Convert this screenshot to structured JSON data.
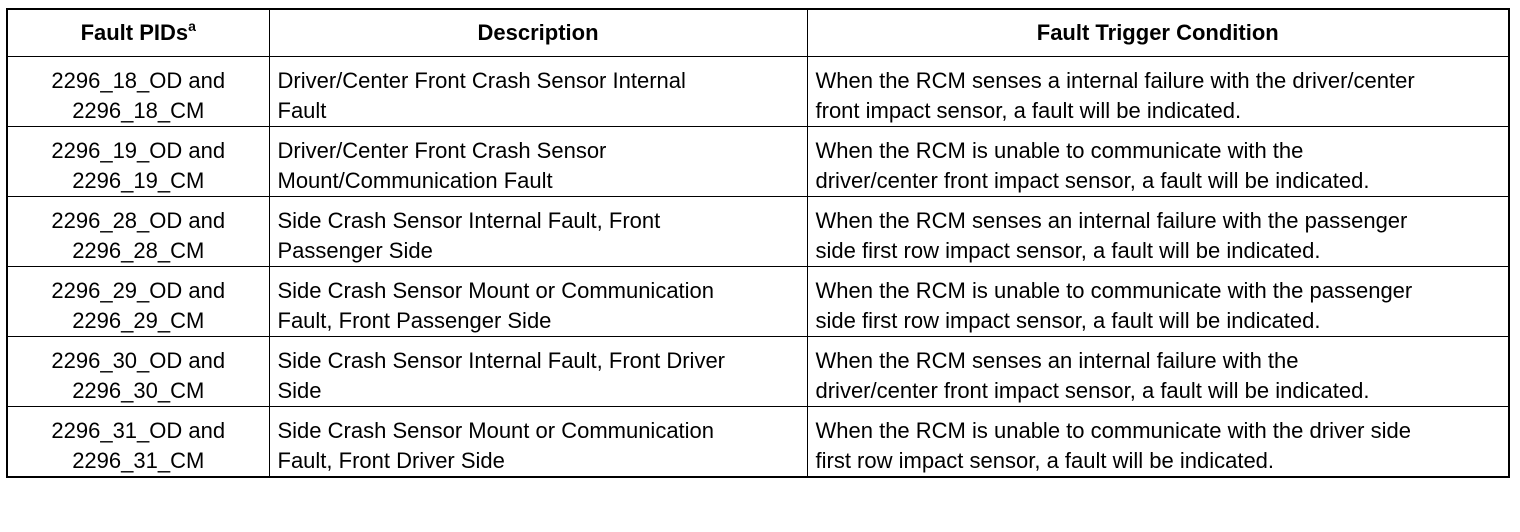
{
  "table": {
    "headers": {
      "pid": "Fault PIDs",
      "pid_footnote": "a",
      "description": "Description",
      "condition": "Fault Trigger Condition"
    },
    "rows": [
      {
        "pid_line1": "2296_18_OD and",
        "pid_line2": "2296_18_CM",
        "desc_line1": "Driver/Center Front Crash Sensor Internal",
        "desc_line2": "Fault",
        "cond_line1": "When the RCM senses a internal failure with the driver/center",
        "cond_line2": "front impact sensor, a fault will be indicated."
      },
      {
        "pid_line1": "2296_19_OD and",
        "pid_line2": "2296_19_CM",
        "desc_line1": "Driver/Center Front Crash Sensor",
        "desc_line2": "Mount/Communication Fault",
        "cond_line1": "When the RCM is unable to communicate with the",
        "cond_line2": "driver/center front impact sensor, a fault will be indicated."
      },
      {
        "pid_line1": "2296_28_OD and",
        "pid_line2": "2296_28_CM",
        "desc_line1": "Side Crash Sensor Internal Fault, Front",
        "desc_line2": "Passenger Side",
        "cond_line1": "When the RCM senses an internal failure with the passenger",
        "cond_line2": "side first row impact sensor, a fault will be indicated."
      },
      {
        "pid_line1": "2296_29_OD and",
        "pid_line2": "2296_29_CM",
        "desc_line1": "Side Crash Sensor Mount or Communication",
        "desc_line2": "Fault, Front Passenger Side",
        "cond_line1": "When the RCM is unable to communicate with the passenger",
        "cond_line2": "side first row impact sensor, a fault will be indicated."
      },
      {
        "pid_line1": "2296_30_OD and",
        "pid_line2": "2296_30_CM",
        "desc_line1": "Side Crash Sensor Internal Fault, Front Driver",
        "desc_line2": "Side",
        "cond_line1": "When the RCM senses an internal failure with the",
        "cond_line2": "driver/center front impact sensor, a fault will be indicated."
      },
      {
        "pid_line1": "2296_31_OD and",
        "pid_line2": "2296_31_CM",
        "desc_line1": "Side Crash Sensor Mount or Communication",
        "desc_line2": "Fault, Front Driver Side",
        "cond_line1": "When the RCM is unable to communicate with the driver side",
        "cond_line2": "first row impact sensor, a fault will be indicated."
      }
    ]
  }
}
